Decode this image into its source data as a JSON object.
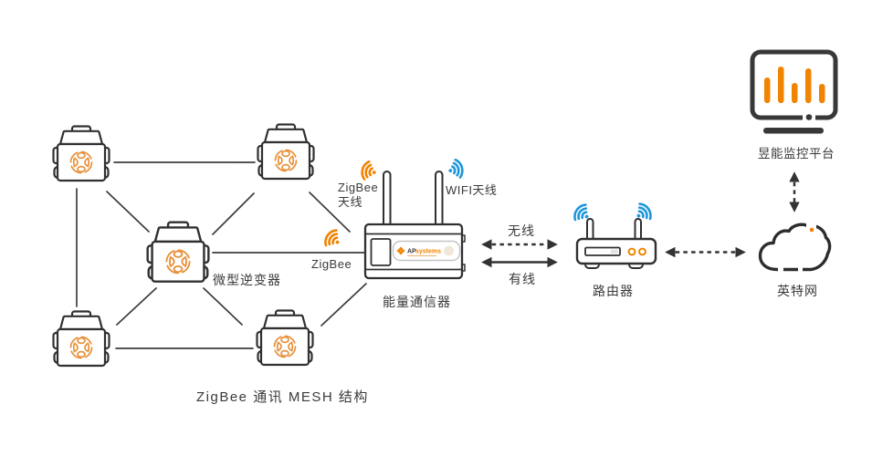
{
  "diagram": {
    "caption": "ZigBee 通讯 MESH 结构",
    "labels": {
      "micro_inverter": "微型逆变器",
      "ecu": "能量通信器",
      "router": "路由器",
      "internet": "英特网",
      "monitor_platform": "昱能监控平台",
      "zigbee_antenna_line1": "ZigBee",
      "zigbee_antenna_line2": "天线",
      "wifi_antenna": "WIFI天线",
      "zigbee_link": "ZigBee",
      "wireless": "无线",
      "wired": "有线"
    },
    "ecu_brand": {
      "ap": "AP",
      "systems": "systems"
    },
    "monitor": {
      "bars": [
        28,
        40,
        22,
        38,
        21
      ],
      "bar_color": "#F08300"
    },
    "colors": {
      "orange": "#F08300",
      "blue": "#1E96DB",
      "ink": "#333333",
      "device_stroke": "#303030"
    }
  }
}
